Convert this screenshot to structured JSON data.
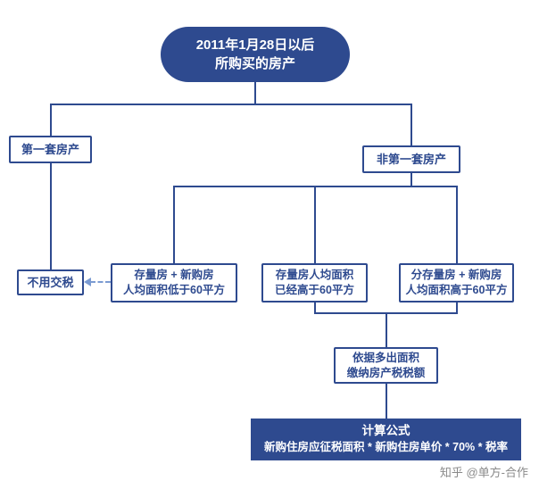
{
  "colors": {
    "navy": "#2e4a8f",
    "dashed_arrow_blue": "#7b9bd2",
    "watermark_gray": "#8a8a8a",
    "background": "#ffffff"
  },
  "nodes": {
    "root": {
      "line1": "2011年1月28日以后",
      "line2": "所购买的房产"
    },
    "first_property": {
      "label": "第一套房产"
    },
    "non_first_property": {
      "label": "非第一套房产"
    },
    "no_tax": {
      "label": "不用交税"
    },
    "below_60": {
      "line1": "存量房 + 新购房",
      "line2": "人均面积低于60平方"
    },
    "existing_above_60": {
      "line1": "存量房人均面积",
      "line2": "已经高于60平方"
    },
    "combined_above_60": {
      "line1": "分存量房 + 新购房",
      "line2": "人均面积高于60平方"
    },
    "pay_by_excess_area": {
      "line1": "依据多出面积",
      "line2": "缴纳房产税税额"
    },
    "formula": {
      "line1": "计算公式",
      "line2": "新购住房应征税面积 * 新购住房单价 * 70% * 税率"
    }
  },
  "edges": [
    {
      "from": "root",
      "to": "first_property",
      "style": "solid"
    },
    {
      "from": "root",
      "to": "non_first_property",
      "style": "solid"
    },
    {
      "from": "first_property",
      "to": "no_tax",
      "style": "solid"
    },
    {
      "from": "non_first_property",
      "to": "below_60",
      "style": "solid"
    },
    {
      "from": "non_first_property",
      "to": "existing_above_60",
      "style": "solid"
    },
    {
      "from": "non_first_property",
      "to": "combined_above_60",
      "style": "solid"
    },
    {
      "from": "below_60",
      "to": "no_tax",
      "style": "dashed-arrow"
    },
    {
      "from": "existing_above_60",
      "to": "pay_by_excess_area",
      "style": "solid"
    },
    {
      "from": "combined_above_60",
      "to": "pay_by_excess_area",
      "style": "solid"
    },
    {
      "from": "pay_by_excess_area",
      "to": "formula",
      "style": "solid"
    }
  ],
  "watermark": "知乎 @单方-合作"
}
